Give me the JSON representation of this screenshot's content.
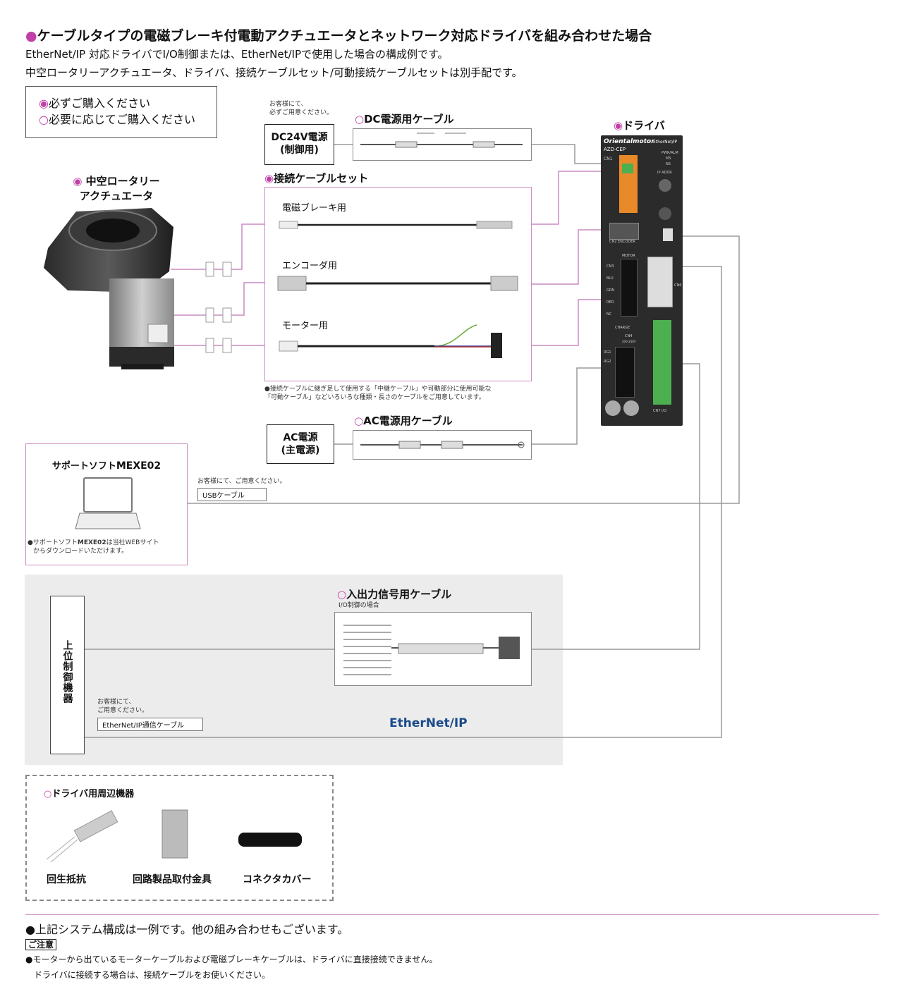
{
  "header": {
    "title_marker": "●",
    "title": "ケーブルタイプの電磁ブレーキ付電動アクチュエータとネットワーク対応ドライバを組み合わせた場合",
    "line1": "EtherNet/IP 対応ドライバでI/O制御または、EtherNet/IPで使用した場合の構成例です。",
    "line2": "中空ロータリーアクチュエータ、ドライバ、接続ケーブルセット/可動接続ケーブルセットは別手配です。"
  },
  "legend": {
    "required_marker": "◉",
    "required": "必ずご購入ください",
    "optional_marker": "○",
    "optional": "必要に応じてご購入ください"
  },
  "actuator": {
    "marker": "◉",
    "line1": "中空ロータリー",
    "line2": "アクチュエータ"
  },
  "dc_supply": {
    "note1": "お客様にて、",
    "note2": "必ずご用意ください。",
    "line1": "DC24V電源",
    "line2": "(制御用)"
  },
  "dc_cable": {
    "marker": "○",
    "label": "DC電源用ケーブル"
  },
  "driver": {
    "marker": "◉",
    "label": "ドライバ",
    "brand": "Orientalmotor",
    "network": "EtherNet/IP",
    "model": "AZD-CEP",
    "cn1": "CN1",
    "cn2": "CN2",
    "encoder": "ENCODER",
    "motor": "MOTOR",
    "cn3": "CN3",
    "pins": [
      "BLU",
      "GRN",
      "RED",
      "NC"
    ],
    "cn6": "CN6",
    "charge": "CHARGE",
    "cn4": "CN4",
    "v200": "200-240V",
    "rg1": "RG1",
    "rg2": "RG2",
    "cnt_io": "CN7 I/O",
    "pwr": "PWR/ALM",
    "ms": "MS",
    "ns": "NS",
    "ip_addr": "IP ADDR"
  },
  "cable_set": {
    "marker": "◉",
    "label": "接続ケーブルセット",
    "items": [
      "電磁ブレーキ用",
      "エンコーダ用",
      "モーター用"
    ],
    "note1": "●接続ケーブルに継ぎ足して使用する「中継ケーブル」や可動部分に使用可能な",
    "note2": "「可動ケーブル」などいろいろな種類・長さのケーブルをご用意しています。"
  },
  "ac_supply": {
    "line1": "AC電源",
    "line2": "(主電源)"
  },
  "ac_cable": {
    "marker": "○",
    "label": "AC電源用ケーブル"
  },
  "software": {
    "title_prefix": "サポートソフト",
    "title_name": "MEXE02",
    "note_prefix": "●サポートソフト",
    "note_name": "MEXE02",
    "note_suffix": "は当社WEBサイト",
    "note2": "からダウンロードいただけます。"
  },
  "usb": {
    "note": "お客様にて、ご用意ください。",
    "tag": "USBケーブル"
  },
  "io_cable": {
    "marker": "○",
    "label": "入出力信号用ケーブル",
    "sub": "I/O制御の場合"
  },
  "host": {
    "label": "上位制御機器"
  },
  "ethernet": {
    "note1": "お客様にて、",
    "note2": "ご用意ください。",
    "tag": "EtherNet/IP通信ケーブル",
    "logo": "EtherNet/IP"
  },
  "peripherals": {
    "marker": "○",
    "label": "ドライバ用周辺機器",
    "items": [
      "回生抵抗",
      "回路製品取付金具",
      "コネクタカバー"
    ]
  },
  "footer": {
    "line1": "●上記システム構成は一例です。他の組み合わせもございます。",
    "caution": "ご注意",
    "note1": "●モーターから出ているモーターケーブルおよび電磁ブレーキケーブルは、ドライバに直接接続できません。",
    "note2": "ドライバに接続する場合は、接続ケーブルをお使いください。"
  },
  "colors": {
    "accent": "#c040a8",
    "pink_line": "#c98cc0",
    "gray_line": "#999999",
    "panel": "#ececec"
  }
}
